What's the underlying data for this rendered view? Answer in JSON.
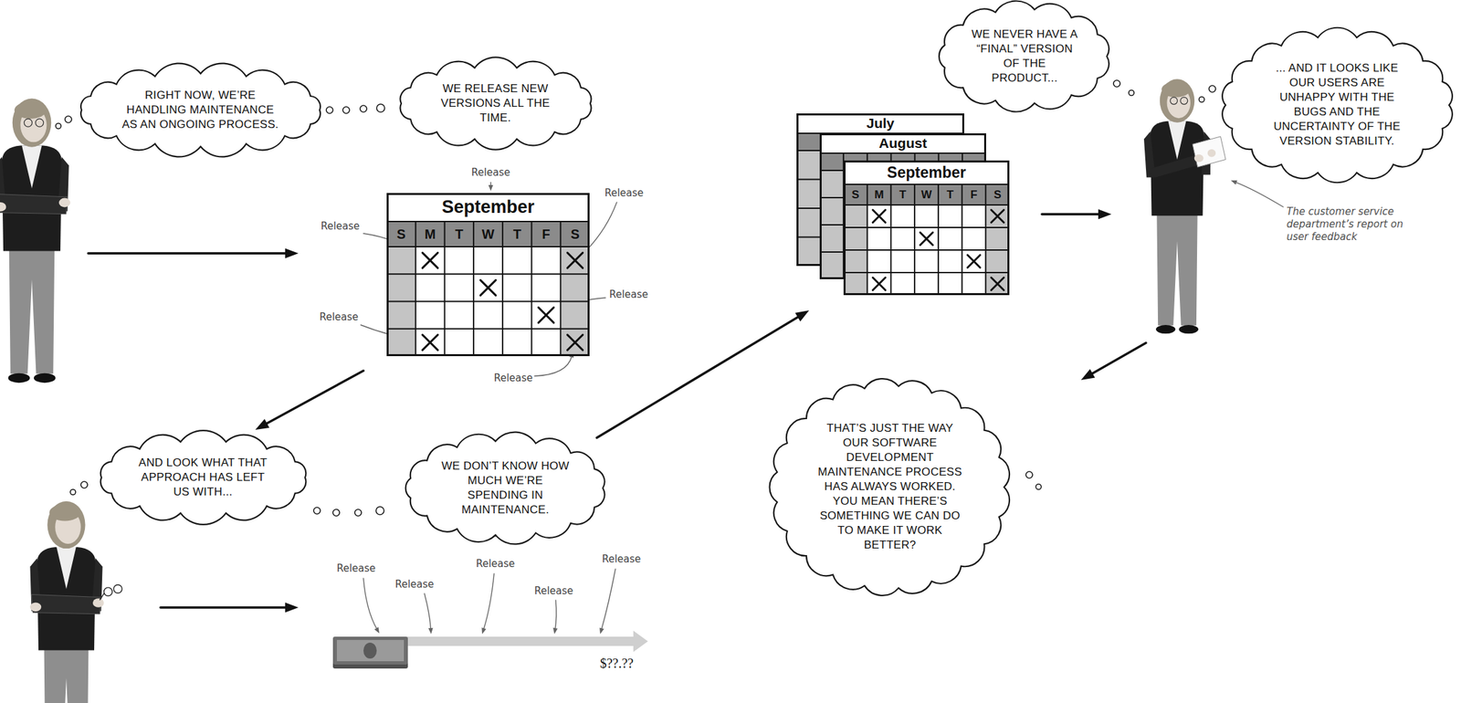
{
  "diagram": {
    "nodes": [
      {
        "text": [
          "RIGHT NOW, WE’RE HANDLING MAINTENANCE AS AN ONGOING PROCESS."
        ]
      },
      {
        "text": [
          "WE RELEASE NEW VERSIONS ALL THE TIME."
        ]
      },
      {
        "text": [
          "September",
          "S",
          "M",
          "T",
          "W",
          "T",
          "F",
          "S"
        ]
      },
      {
        "text": [
          "AND LOOK WHAT THAT APPROACH HAS LEFT US WITH..."
        ]
      },
      {
        "text": [
          "WE DON’T KNOW HOW MUCH WE’RE SPENDING IN MAINTENANCE."
        ]
      },
      {
        "text": [
          "July"
        ]
      },
      {
        "text": [
          "August"
        ]
      },
      {
        "text": [
          "September",
          "S",
          "M",
          "T",
          "W",
          "T",
          "F",
          "S"
        ]
      },
      {
        "text": [
          "WE NEVER HAVE A “FINAL” VERSION OF THE PRODUCT..."
        ]
      },
      {
        "text": [
          "... AND IT LOOKS LIKE OUR USERS ARE UNHAPPY WITH THE BUGS AND THE UNCERTAINTY OF THE VERSION STABILITY."
        ]
      },
      {
        "text": [
          "THAT’S JUST THE WAY OUR SOFTWARE DEVELOPMENT MAINTENANCE PROCESS HAS ALWAYS WORKED. YOU MEAN THERE’S SOMETHING WE CAN DO TO MAKE IT WORK BETTER?"
        ]
      }
    ],
    "labels": [
      "Release",
      "Release",
      "Release",
      "Release",
      "Release",
      "Release",
      "Release",
      "Release",
      "Release",
      "Release",
      "Release",
      "$??.??",
      "The customer service department’s report on user feedback"
    ]
  }
}
